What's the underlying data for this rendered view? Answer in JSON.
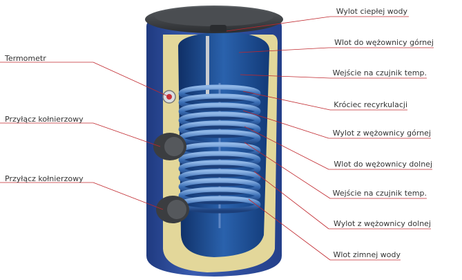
{
  "diagram": {
    "left_labels": [
      {
        "id": "termometr",
        "text": "Termometr"
      },
      {
        "id": "flange-1",
        "text": "Przyłącz kołnierzowy"
      },
      {
        "id": "flange-2",
        "text": "Przyłącz kołnierzowy"
      }
    ],
    "right_labels": [
      {
        "id": "hot-water-outlet",
        "text": "Wylot ciepłej wody"
      },
      {
        "id": "upper-coil-inlet",
        "text": "Wlot do wężownicy górnej"
      },
      {
        "id": "sensor-entry-1",
        "text": "Wejście na czujnik temp."
      },
      {
        "id": "recirculation",
        "text": "Króciec recyrkulacji"
      },
      {
        "id": "upper-coil-outlet",
        "text": "Wylot z wężownicy górnej"
      },
      {
        "id": "lower-coil-inlet",
        "text": "Wlot do wężownicy dolnej"
      },
      {
        "id": "sensor-entry-2",
        "text": "Wejście na czujnik temp."
      },
      {
        "id": "lower-coil-outlet",
        "text": "Wylot z wężownicy dolnej"
      },
      {
        "id": "cold-water-inlet",
        "text": "Wlot zimnej wody"
      }
    ],
    "colors": {
      "leader_line": "#c0272d",
      "outer_shell": "#2e4c9c",
      "insulation": "#e3d79a",
      "inner_tank": "#1c4a8e",
      "coil": "#3b6fb6",
      "lid": "#3a3d40",
      "flange": "#3b3d40"
    }
  }
}
